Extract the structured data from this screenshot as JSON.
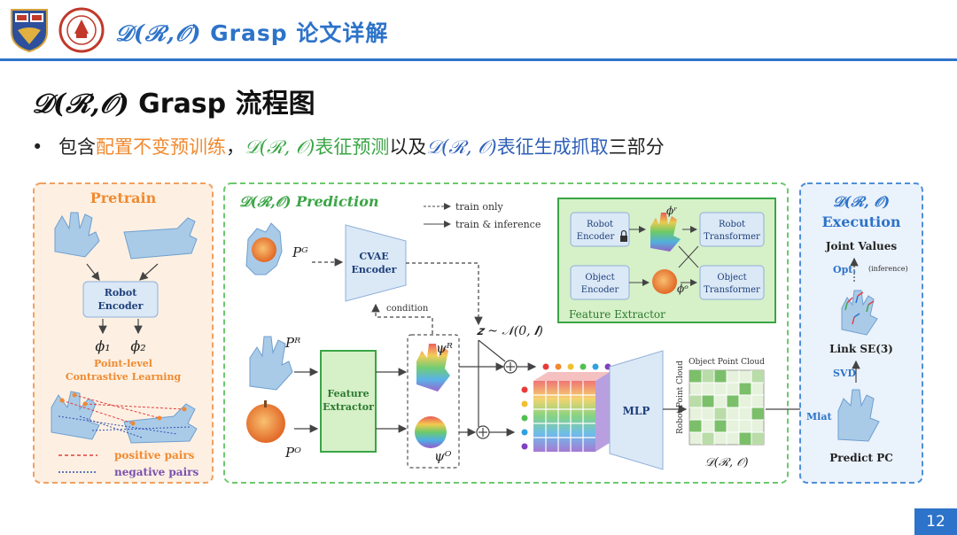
{
  "header": {
    "title_prefix": "𝒟(ℛ,𝒪)",
    "title_suffix": " Grasp 论文详解"
  },
  "slide": {
    "title_prefix": "𝒟(ℛ,𝒪)",
    "title_suffix": " Grasp 流程图",
    "bullet": {
      "part1": "包含",
      "part2": "配置不变预训练",
      "part3": "，",
      "part4": "𝒟(ℛ, 𝒪)",
      "part5": "表征预测",
      "part6": "以及",
      "part7": "𝒟(ℛ, 𝒪)",
      "part8": "表征生成抓取",
      "part9": "三部分"
    }
  },
  "diagram": {
    "pretrain": {
      "title": "Pretrain",
      "encoder": "Robot Encoder",
      "phi1": "ϕ₁",
      "phi2": "ϕ₂",
      "contrastive": "Point-level Contrastive Learning",
      "positive": "positive pairs",
      "negative": "negative pairs"
    },
    "prediction": {
      "title": "𝒟(ℛ,𝒪) Prediction",
      "legend_dashed": "train only",
      "legend_solid": "train & inference",
      "pg": "𝑃ᴳ",
      "pr": "𝑃ᴿ",
      "po": "𝑃ᴼ",
      "cvae": "CVAE Encoder",
      "condition": "condition",
      "z": "𝒛 ~ 𝒩(0, 𝑰)",
      "feature_extractor": "Feature Extractor",
      "psi_r": "𝜓ᴿ",
      "psi_o": "𝜓ᴼ",
      "mlp": "MLP",
      "object_point_cloud": "Object Point Cloud",
      "robot_point_cloud": "Robot Point Cloud",
      "dro": "𝒟(ℛ, 𝒪)",
      "fe_panel": {
        "title": "Feature Extractor",
        "robot_encoder": "Robot Encoder",
        "object_encoder": "Object Encoder",
        "robot_transformer": "Robot Transformer",
        "object_transformer": "Object Transformer",
        "phi_r": "ϕʳ",
        "phi_o": "ϕᵒ"
      }
    },
    "execution": {
      "title_line1": "𝒟(ℛ, 𝒪)",
      "title_line2": "Execution",
      "joint_values": "Joint Values",
      "opt": "Opt.",
      "inference": "(inference)",
      "link": "Link SE(3)",
      "svd": "SVD",
      "mlat": "Mlat",
      "predict_pc": "Predict PC"
    },
    "colors": {
      "orange": "#f08a30",
      "green": "#3aa545",
      "blue": "#2d73c9",
      "box_fill": "#dbe8f6",
      "green_fill": "#d6f0c8"
    }
  },
  "page_number": "12"
}
